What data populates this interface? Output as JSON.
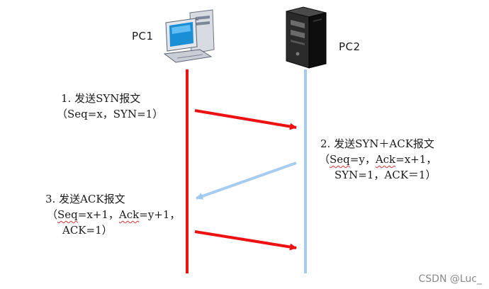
{
  "nodes": {
    "left": {
      "label": "PC1",
      "icon": "desktop-pc-icon",
      "color": "#ee1111"
    },
    "right": {
      "label": "PC2",
      "icon": "server-tower-icon",
      "color": "#9fc9ee"
    }
  },
  "steps": [
    {
      "title": "1. 发送SYN报文",
      "line2": "（Seq=x，SYN=1）",
      "direction": "PC1 → PC2",
      "arrow_color": "#ee1111"
    },
    {
      "title": "2. 发送SYN＋ACK报文",
      "line2_a": "（",
      "line2_seq": "Seq",
      "line2_b": "=y，",
      "line2_ack": "Ack",
      "line2_c": "=x+1，",
      "line3": "SYN=1，ACK＝1）",
      "direction": "PC2 → PC1",
      "arrow_color": "#9fc9ee"
    },
    {
      "title": "3. 发送ACK报文",
      "line2_a": "（",
      "line2_seq": "Seq",
      "line2_b": "=x+1，",
      "line2_ack": "Ack",
      "line2_c": "=y+1，",
      "line3": "ACK=1）",
      "direction": "PC1 → PC2",
      "arrow_color": "#ee1111"
    }
  ],
  "watermark": "CSDN @Luc_"
}
